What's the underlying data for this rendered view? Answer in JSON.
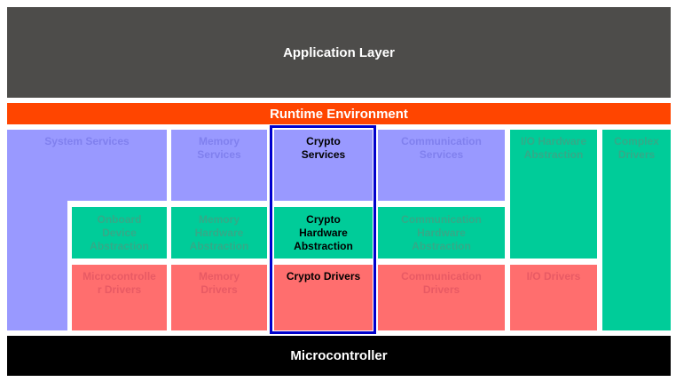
{
  "layers": {
    "application": "Application Layer",
    "runtime": "Runtime Environment",
    "microcontroller": "Microcontroller"
  },
  "modules": {
    "system_services": "System Services",
    "onboard_device_abstraction": "Onboard Device Abstraction",
    "microcontroller_drivers": "Microcontrolle r Drivers",
    "memory_services": "Memory Services",
    "memory_hardware_abstraction": "Memory Hardware Abstraction",
    "memory_drivers": "Memory Drivers",
    "crypto_services": "Crypto Services",
    "crypto_hardware_abstraction": "Crypto Hardware Abstraction",
    "crypto_drivers": "Crypto Drivers",
    "communication_services": "Communication Services",
    "communication_hardware_abstraction": "Communication Hardware Abstraction",
    "communication_drivers": "Communication Drivers",
    "io_hardware_abstraction": "I/O Hardware Abstraction",
    "io_drivers": "I/O Drivers",
    "complex_drivers": "Complex Drivers"
  },
  "colors": {
    "application": "#4d4c4a",
    "runtime": "#ff4500",
    "microcontroller": "#000000",
    "services": "#9999ff",
    "abstraction": "#00cc99",
    "drivers": "#ff6e6e",
    "highlight": "#0000cc"
  }
}
